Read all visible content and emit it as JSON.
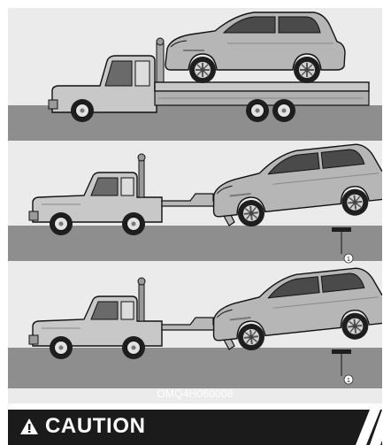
{
  "figure": {
    "code": "OMQ4H060008",
    "callouts": [
      "1",
      "1"
    ],
    "colors": {
      "ground": "#8e8e8e",
      "truck": "#c8c8c8",
      "car": "#b4b4b4",
      "outline": "#111111"
    }
  },
  "caution": {
    "icon": "warning-triangle-icon",
    "label": "CAUTION",
    "colors": {
      "bar": "#1b1b1b",
      "text": "#ffffff"
    }
  }
}
